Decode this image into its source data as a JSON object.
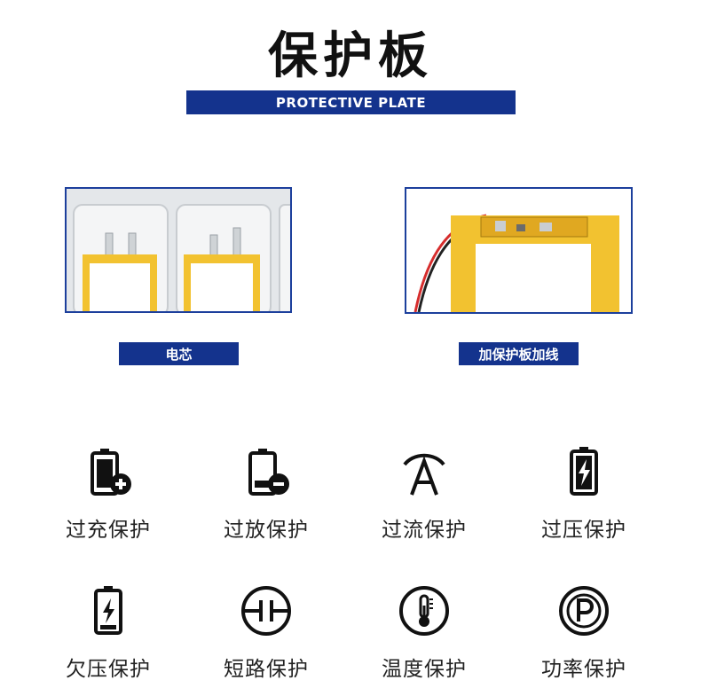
{
  "header": {
    "title": "保护板",
    "subtitle": "PROTECTIVE PLATE"
  },
  "images": [
    {
      "caption": "电芯",
      "icon": "battery-cell-photo"
    },
    {
      "caption": "加保护板加线",
      "icon": "battery-with-protective-board-photo"
    }
  ],
  "features": [
    {
      "label": "过充保护",
      "icon": "battery-plus-icon"
    },
    {
      "label": "过放保护",
      "icon": "battery-minus-icon"
    },
    {
      "label": "过流保护",
      "icon": "current-a-icon"
    },
    {
      "label": "过压保护",
      "icon": "battery-bolt-icon"
    },
    {
      "label": "欠压保护",
      "icon": "battery-low-bolt-icon"
    },
    {
      "label": "短路保护",
      "icon": "short-circuit-icon"
    },
    {
      "label": "温度保护",
      "icon": "thermometer-icon"
    },
    {
      "label": "功率保护",
      "icon": "power-p-icon"
    }
  ],
  "colors": {
    "brand_blue": "#14338d",
    "battery_yellow": "#f2c230",
    "icon_black": "#111111"
  }
}
